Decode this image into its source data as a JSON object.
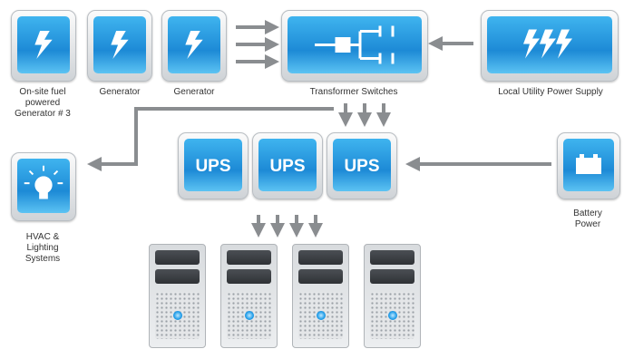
{
  "labels": {
    "onsite_generator": "On-site fuel powered Generator # 3",
    "generator_1": "Generator",
    "generator_2": "Generator",
    "transformer_switches": "Transformer Switches",
    "local_utility": "Local Utility Power Supply",
    "hvac_lighting": "HVAC & Lighting Systems",
    "battery_power": "Battery Power"
  },
  "ups_units": [
    "UPS",
    "UPS",
    "UPS"
  ],
  "servers": [
    "server-1",
    "server-2",
    "server-3",
    "server-4"
  ],
  "icons": {
    "generator": "lightning-icon",
    "transformer": "switch-circuit-icon",
    "utility": "triple-lightning-icon",
    "hvac": "light-bulb-icon",
    "battery": "battery-icon"
  },
  "colors": {
    "accent": "#1d8ad6",
    "arrow": "#8a8d90"
  }
}
